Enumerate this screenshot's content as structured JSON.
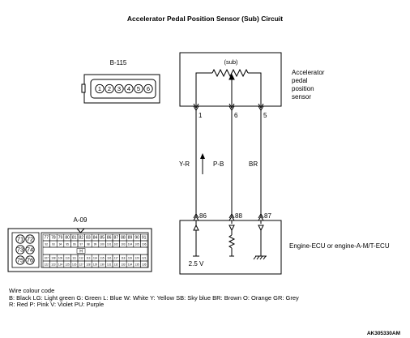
{
  "title": "Accelerator Pedal Position Sensor (Sub) Circuit",
  "connector_b115": {
    "label": "B-115",
    "pins": [
      "1",
      "2",
      "3",
      "4",
      "5",
      "6"
    ]
  },
  "sensor": {
    "sub_label": "(sub)",
    "name_lines": [
      "Accelerator",
      "pedal",
      "position",
      "sensor"
    ],
    "terminals": [
      "1",
      "6",
      "5"
    ]
  },
  "wires": [
    {
      "color_code": "Y-R",
      "sensor_terminal": "1",
      "ecu_terminal": "86"
    },
    {
      "color_code": "P-B",
      "sensor_terminal": "6",
      "ecu_terminal": "88"
    },
    {
      "color_code": "BR",
      "sensor_terminal": "5",
      "ecu_terminal": "87"
    }
  ],
  "ecu": {
    "name": "Engine-ECU or engine-A-M/T-ECU",
    "voltage": "2.5 V",
    "terminals": [
      "86",
      "88",
      "87"
    ]
  },
  "connector_a09": {
    "label": "A-09",
    "round_pins": [
      "71",
      "72",
      "73",
      "74",
      "75",
      "76"
    ],
    "row1": [
      "77",
      "78",
      "79",
      "80",
      "81",
      "82",
      "83",
      "84",
      "85",
      "86",
      "87",
      "88",
      "89",
      "90",
      "91"
    ],
    "row2": [
      "92",
      "93",
      "94",
      "95",
      "96",
      "97",
      "98",
      "99",
      "100",
      "101",
      "102",
      "103",
      "104",
      "105",
      "106"
    ],
    "mid": "H",
    "row3": [
      "107",
      "108",
      "109",
      "110",
      "111",
      "112",
      "113",
      "114",
      "115",
      "116",
      "117",
      "118",
      "119",
      "120",
      "121"
    ],
    "row4": [
      "122",
      "123",
      "124",
      "125",
      "126",
      "127",
      "128",
      "129",
      "130",
      "131",
      "132",
      "133",
      "134",
      "135",
      "136"
    ]
  },
  "legend": {
    "heading": "Wire colour code",
    "line1": "B: Black  LG: Light green  G: Green  L: Blue  W: White  Y: Yellow  SB: Sky blue  BR: Brown  O: Orange  GR: Grey",
    "line2": "R: Red  P: Pink  V: Violet  PU: Purple"
  },
  "figure_code": "AK305330AM"
}
